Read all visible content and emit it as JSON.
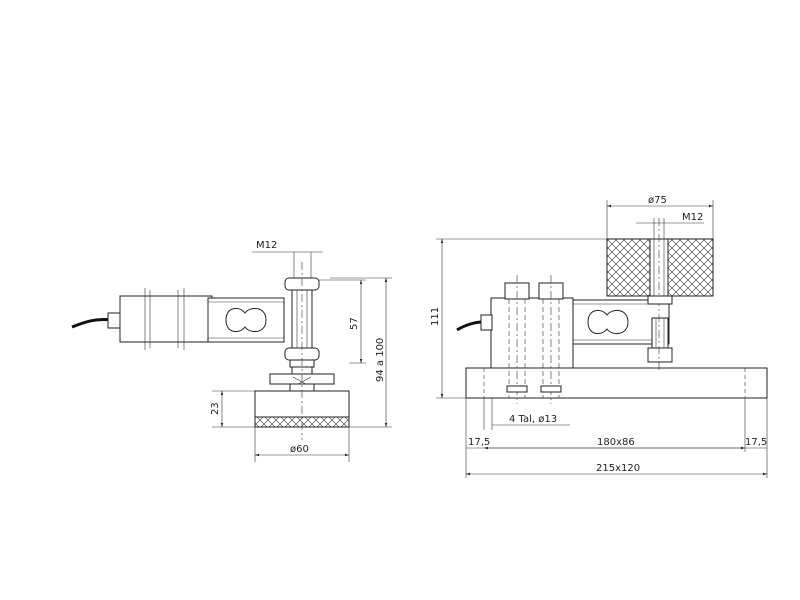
{
  "left_view": {
    "dim_thread": "M12",
    "dim_height_57": "57",
    "dim_height_total": "94 a 100",
    "dim_base_height": "23",
    "dim_base_diameter": "ø60"
  },
  "right_view": {
    "dim_load_diameter": "ø75",
    "dim_thread": "M12",
    "dim_height": "111",
    "dim_holes": "4 Tal, ø13",
    "dim_edge_left": "17,5",
    "dim_hole_spacing": "180x86",
    "dim_edge_right": "17,5",
    "dim_plate": "215x120"
  }
}
